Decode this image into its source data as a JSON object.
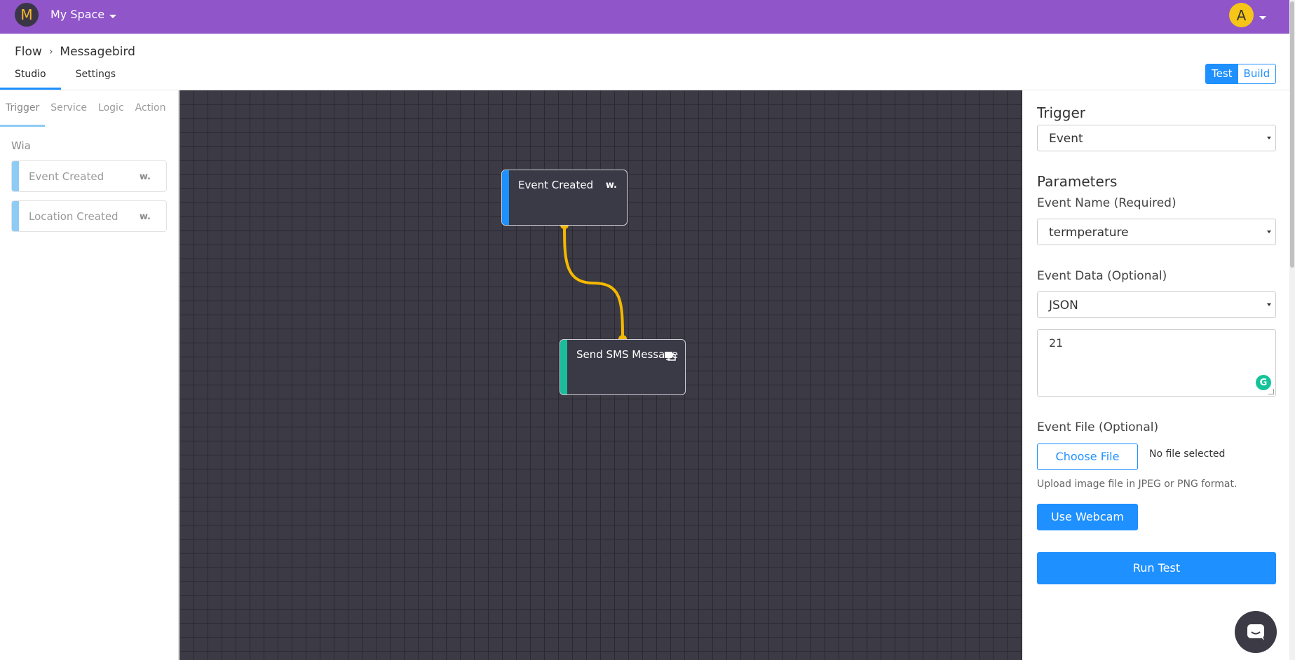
{
  "topbar": {
    "space_initial": "M",
    "space_name": "My Space",
    "user_initial": "A",
    "brand_color": "#8f55c9"
  },
  "breadcrumb": {
    "root": "Flow",
    "separator": "›",
    "current": "Messagebird"
  },
  "tabs": [
    {
      "label": "Studio",
      "active": true
    },
    {
      "label": "Settings",
      "active": false
    }
  ],
  "mode_toggle": {
    "test_label": "Test",
    "build_label": "Build",
    "active": "Test"
  },
  "left_panel": {
    "tabs": [
      {
        "label": "Trigger",
        "active": true
      },
      {
        "label": "Service",
        "active": false
      },
      {
        "label": "Logic",
        "active": false
      },
      {
        "label": "Action",
        "active": false
      }
    ],
    "group_label": "Wia",
    "items": [
      {
        "label": "Event Created",
        "icon": "wia-logo-icon"
      },
      {
        "label": "Location Created",
        "icon": "wia-logo-icon"
      }
    ]
  },
  "canvas": {
    "nodes": [
      {
        "title": "Event Created",
        "accent": "#1e90ff",
        "icon": "wia-logo-icon"
      },
      {
        "title": "Send SMS Message",
        "accent": "#1abc9c",
        "icon": "messagebird-icon"
      }
    ],
    "wire_color": "#f5b800"
  },
  "right_panel": {
    "trigger_heading": "Trigger",
    "trigger_value": "Event",
    "parameters_heading": "Parameters",
    "event_name_label": "Event Name (Required)",
    "event_name_value": "termperature",
    "event_data_label": "Event Data (Optional)",
    "event_data_format": "JSON",
    "event_data_value": "21",
    "event_file_label": "Event File (Optional)",
    "choose_file_label": "Choose File",
    "no_file_text": "No file selected",
    "upload_hint": "Upload image file in JPEG or PNG format.",
    "webcam_label": "Use Webcam",
    "run_test_label": "Run Test"
  }
}
